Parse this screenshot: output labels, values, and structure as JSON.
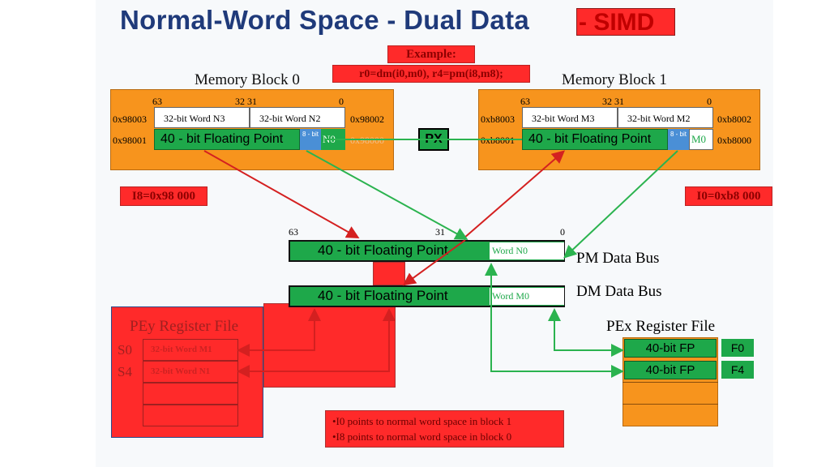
{
  "title": {
    "main": "Normal-Word Space - Dual Data",
    "simd": "- SIMD"
  },
  "example": {
    "label": "Example:",
    "code": "r0=dm(i0,m0), r4=pm(i8,m8);"
  },
  "block0": {
    "label": "Memory Block 0",
    "bit63": "63",
    "bit3231": "32 31",
    "bit0": "0",
    "addr_tl": "0x98003",
    "addr_bl": "0x98001",
    "addr_tr": "0x98002",
    "addr_br": "0x98000",
    "word_left": "32-bit Word N3",
    "word_right": "32-bit Word N2",
    "fp": "40 - bit Floating Point",
    "eight": "8 - bit",
    "n0": "N0"
  },
  "block1": {
    "label": "Memory Block 1",
    "bit63": "63",
    "bit3231": "32 31",
    "bit0": "0",
    "addr_tl": "0xb8003",
    "addr_bl": "0xb8001",
    "addr_tr": "0xb8002",
    "addr_br": "0xb8000",
    "word_left": "32-bit Word M3",
    "word_right": "32-bit Word M2",
    "fp": "40 - bit Floating Point",
    "eight": "8 - bit",
    "m0": "M0"
  },
  "px": "PX",
  "i8": "I8=0x98 000",
  "i0": "I0=0xb8 000",
  "bus": {
    "bit63": "63",
    "bit31": "31",
    "bit0": "0",
    "pm_fp": "40 - bit Floating Point",
    "pm_word": "Word N0",
    "pm_label": "PM Data Bus",
    "dm_fp": "40 - bit Floating Point",
    "dm_word": "Word M0",
    "dm_label": "DM Data Bus"
  },
  "pey": {
    "title": "PEy Register File",
    "s0": "S0",
    "s4": "S4",
    "row1": "32-bit Word M1",
    "row2": "32-bit Word N1"
  },
  "pex": {
    "title": "PEx Register File",
    "row1": "40-bit FP",
    "row2": "40-bit FP",
    "f0": "F0",
    "f4": "F4"
  },
  "notes": {
    "line1": "•I0 points to normal  word space in block 1",
    "line2": "•I8 points to normal  word space in block 0"
  },
  "colors": {
    "title": "#1f3a7a",
    "red": "#ff2a2a",
    "orange": "#f7941d",
    "green": "#1ea84a",
    "blue": "#4a8fd6"
  }
}
